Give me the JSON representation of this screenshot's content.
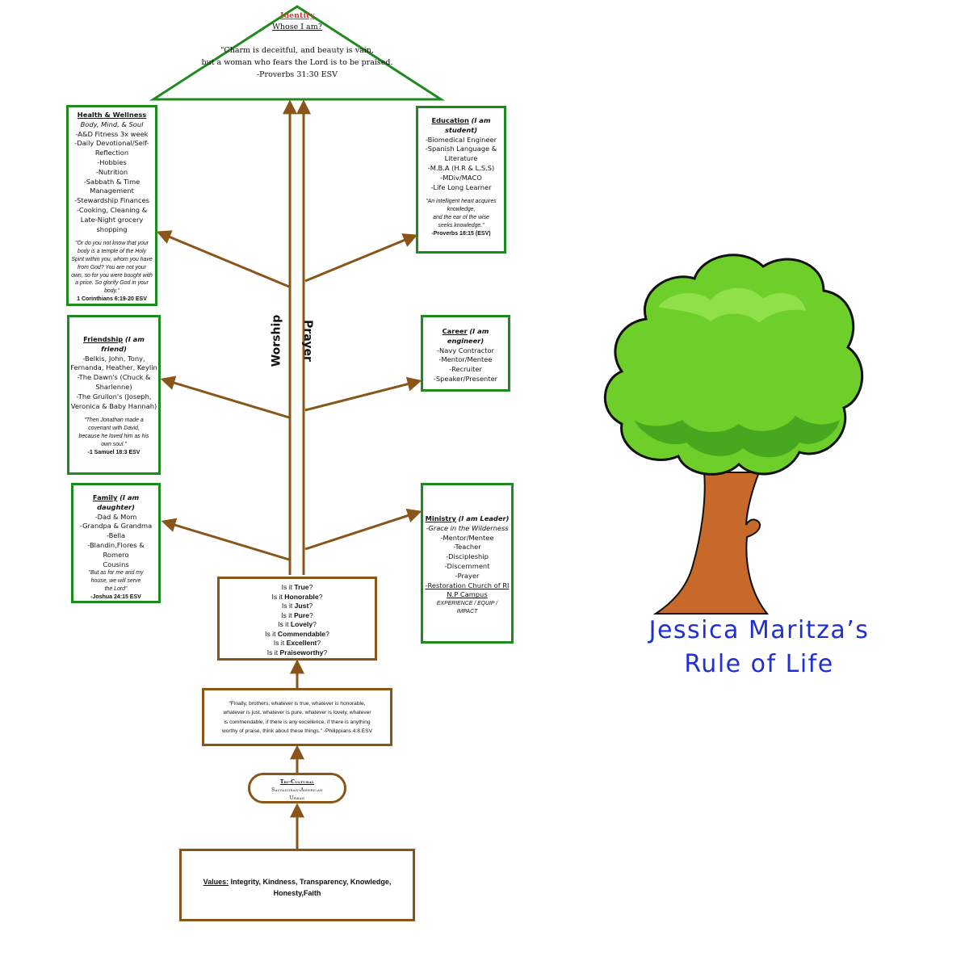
{
  "identity": {
    "title": "Identity",
    "subtitle": "Whose I am?",
    "verse_line1": "\"Charm is deceitful, and beauty is vain,",
    "verse_line2": "but a woman who fears the Lord is to be praised.",
    "verse_ref": "-Proverbs 31:30 ESV"
  },
  "trunk": {
    "left_label": "Worship",
    "right_label": "Prayer"
  },
  "health": {
    "title": "Health & Wellness",
    "subtitle": "Body, Mind, & Soul",
    "items": [
      "-A&D Fitness 3x week",
      "-Daily Devotional/Self-",
      "Reflection",
      "-Hobbies",
      "-Nutrition",
      "-Sabbath & Time",
      "Management",
      "-Stewardship Finances",
      "-Cooking, Cleaning &",
      "Late-Night grocery",
      "shopping"
    ],
    "quote": [
      "\"Or do you not know that your",
      "body is a temple of the Holy",
      "Spirit within you, whom you have",
      "from God? You are not your",
      "own, so for you were bought with",
      "a price. So glorify God in your",
      "body.\""
    ],
    "ref": "1 Corinthians 6:19-20 ESV"
  },
  "education": {
    "title": "Education",
    "role_line1": "(I am",
    "role_line2": "student)",
    "items": [
      "-Biomedical Engineer",
      "-Spanish Language &",
      "Literature",
      "-M.B.A (H.R & L.S.S)",
      "-MDiv/MACO",
      "-Life Long Learner"
    ],
    "quote": [
      "\"An intelligent heart acquires",
      "knowledge,",
      "and the ear of the wise",
      "seeks knowledge.\""
    ],
    "ref": "-Proverbs 18:15 (ESV)"
  },
  "friendship": {
    "title": "Friendship",
    "role": "(I am friend)",
    "items": [
      "-Belkis, John, Tony,",
      "Fernanda, Heather, Keylin",
      "-The Dawn's (Chuck &",
      "Sharlenne)",
      "-The Grullon's (Joseph,",
      "Veronica & Baby Hannah)"
    ],
    "quote": [
      "\"Then Jonathan made a",
      "covenant with David,",
      "because he loved him as his",
      "own soul.\""
    ],
    "ref": "-1 Samuel 18:3 ESV"
  },
  "career": {
    "title": "Career",
    "role_line1": "(I am",
    "role_line2": "engineer)",
    "items": [
      "-Navy Contractor",
      "-Mentor/Mentee",
      "-Recruiter",
      "-Speaker/Presenter"
    ]
  },
  "family": {
    "title": "Family",
    "role_line1": "(I am",
    "role_line2": "daughter)",
    "items": [
      "-Dad & Mom",
      "-Grandpa & Grandma",
      "-Bella",
      "-Blandin,Flores & Romero",
      "Cousins"
    ],
    "quote": [
      "\"But as for me and my",
      "house, we will serve",
      "the Lord\""
    ],
    "ref": "-Joshua 24:15 ESV"
  },
  "ministry": {
    "title": "Ministry",
    "role": "(I am Leader)",
    "subtitle": "-Grace in the Wilderness",
    "items": [
      "-Mentor/Mentee",
      "-Teacher",
      "-Discipleship",
      "-Discernment",
      "-Prayer"
    ],
    "church_line1": "-Restoration Church of RI",
    "church_line2": "N.P Campus",
    "footer_line1": "EXPERIENCE / EQUIP /",
    "footer_line2": "IMPACT"
  },
  "questions": [
    {
      "pre": "Is it ",
      "key": "True",
      "post": "?"
    },
    {
      "pre": "Is it ",
      "key": "Honorable",
      "post": "?"
    },
    {
      "pre": "Is it ",
      "key": "Just",
      "post": "?"
    },
    {
      "pre": "Is it ",
      "key": "Pure",
      "post": "?"
    },
    {
      "pre": "Is it ",
      "key": "Lovely",
      "post": "?"
    },
    {
      "pre": "Is it ",
      "key": "Commendable",
      "post": "?"
    },
    {
      "pre": "Is it ",
      "key": "Excellent",
      "post": "?"
    },
    {
      "pre": "Is it ",
      "key": "Praiseworthy",
      "post": "?"
    }
  ],
  "philippians": {
    "lines": [
      "\"Finally, brothers, whatever is true, whatever is honorable,",
      "whatever is just, whatever is pure, whatever is lovely, whatever",
      "is commendable, if there is any excellence, if there is anything",
      "worthy of praise, think about these things.\" -Philippians 4:8 ESV"
    ]
  },
  "culture": {
    "line1": "Tri-Cultural",
    "line2": "Salvadoran-American",
    "line3": "Urban"
  },
  "values": {
    "label": "Values:",
    "line1": " Integrity, Kindness, Transparency, Knowledge,",
    "line2": "Honesty,Faith"
  },
  "heading": {
    "line1": "Jessica Maritza’s",
    "line2": "Rule of Life"
  },
  "colors": {
    "box_green": "#1f8a1f",
    "box_brown": "#8a5518",
    "arrow_brown": "#8a5518",
    "tree_leaves": "#6fcf2a",
    "tree_trunk": "#c7692b",
    "heading_blue": "#1f2fd0",
    "identity_red": "#d43a2a"
  }
}
